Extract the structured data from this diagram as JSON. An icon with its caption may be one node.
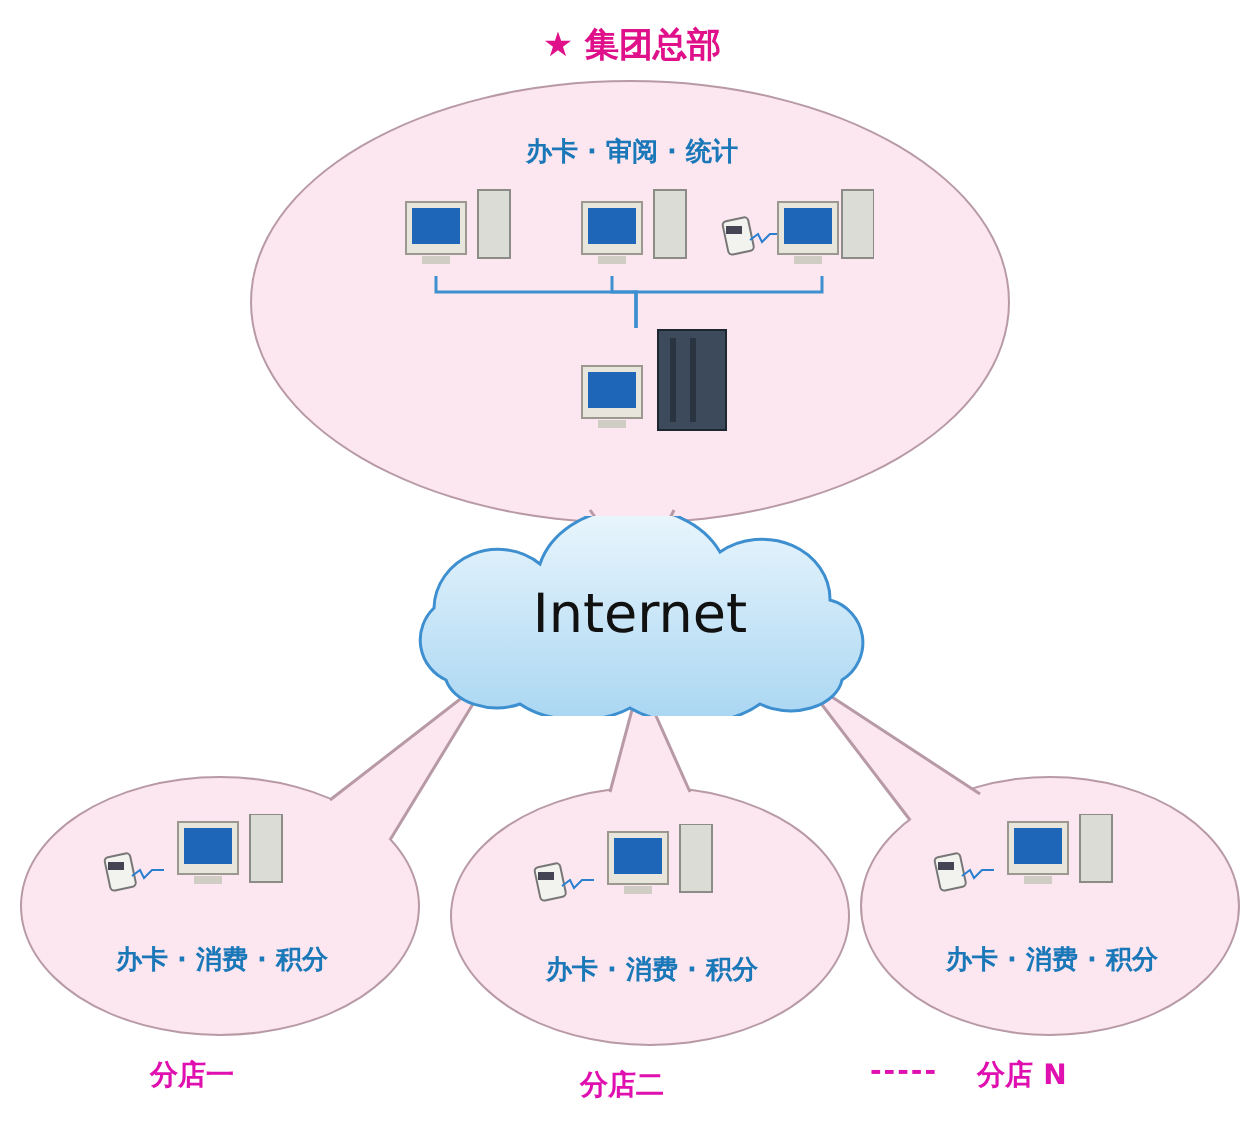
{
  "diagram": {
    "nodes": [
      {
        "text": [
          "★ 集团总部",
          "办卡 · 审阅 · 统计"
        ]
      },
      {
        "text": [],
        "shape": "picture",
        "in": 0
      },
      {
        "text": [],
        "shape": "picture",
        "in": 0
      },
      {
        "text": [],
        "shape": "picture",
        "in": 0
      },
      {
        "text": [],
        "shape": "picture",
        "in": 0
      },
      {
        "text": [
          "Internet"
        ]
      },
      {
        "text": [
          "办卡 · 消费 · 积分"
        ],
        "beside": [
          "分店一"
        ]
      },
      {
        "text": [
          "办卡 · 消费 · 积分"
        ],
        "beside": [
          "分店二"
        ]
      },
      {
        "text": [
          "办卡 · 消费 · 积分"
        ],
        "beside": [
          "分店 N"
        ]
      }
    ],
    "edges": [
      {
        "from": 1,
        "to": 4,
        "arrow": "none"
      },
      {
        "from": 2,
        "to": 4,
        "arrow": "none"
      },
      {
        "from": 3,
        "to": 4,
        "arrow": "none"
      }
    ],
    "labels": [
      "-----"
    ]
  }
}
